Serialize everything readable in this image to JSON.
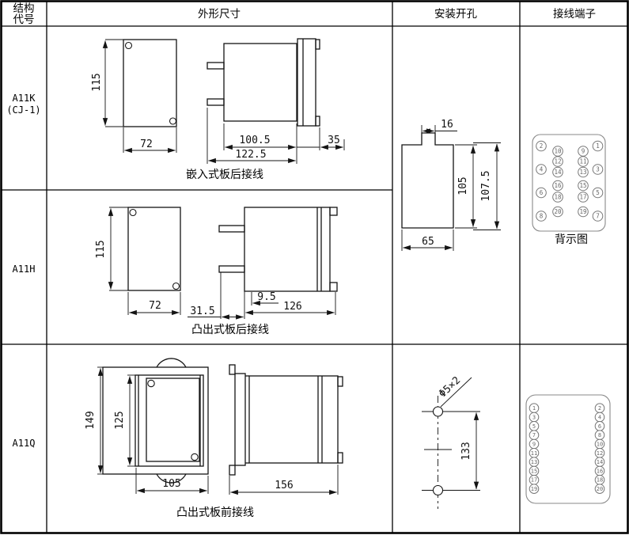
{
  "header": {
    "col1_line1": "结构",
    "col1_line2": "代号",
    "col2": "外形尺寸",
    "col3": "安装开孔",
    "col4": "接线端子"
  },
  "rows": [
    {
      "code": "A11K",
      "code_sub": "(CJ-1)",
      "caption": "嵌入式板后接线",
      "front": {
        "height": "115",
        "width": "72"
      },
      "side": {
        "body_depth": "100.5",
        "total_depth": "122.5",
        "flange_depth": "35"
      }
    },
    {
      "code": "A11H",
      "caption": "凸出式板后接线",
      "front": {
        "height": "115",
        "width": "72"
      },
      "side": {
        "protrusion": "31.5",
        "offset": "9.5",
        "total_depth": "126"
      }
    },
    {
      "code": "A11Q",
      "caption": "凸出式板前接线",
      "front": {
        "outer_height": "149",
        "inner_height": "125",
        "width": "105"
      },
      "side": {
        "total_depth": "156"
      }
    }
  ],
  "mounting": {
    "cutout": {
      "tab_width": "16",
      "height": "105",
      "outer_height": "107.5",
      "width": "65"
    },
    "holes": {
      "label": "Φ5×2",
      "spacing": "133"
    }
  },
  "terminals": {
    "back_view": {
      "caption": "背示图",
      "outer_left": [
        "2",
        "4",
        "6",
        "8"
      ],
      "inner_left": [
        "10",
        "12",
        "14",
        "16",
        "18",
        "20"
      ],
      "inner_right": [
        "9",
        "11",
        "13",
        "15",
        "17",
        "19"
      ],
      "outer_right": [
        "1",
        "3",
        "5",
        "7"
      ]
    },
    "front_view": {
      "left": [
        "1",
        "3",
        "5",
        "7",
        "9",
        "11",
        "13",
        "15",
        "17",
        "19"
      ],
      "right": [
        "2",
        "4",
        "6",
        "8",
        "10",
        "12",
        "14",
        "16",
        "18",
        "20"
      ]
    }
  }
}
